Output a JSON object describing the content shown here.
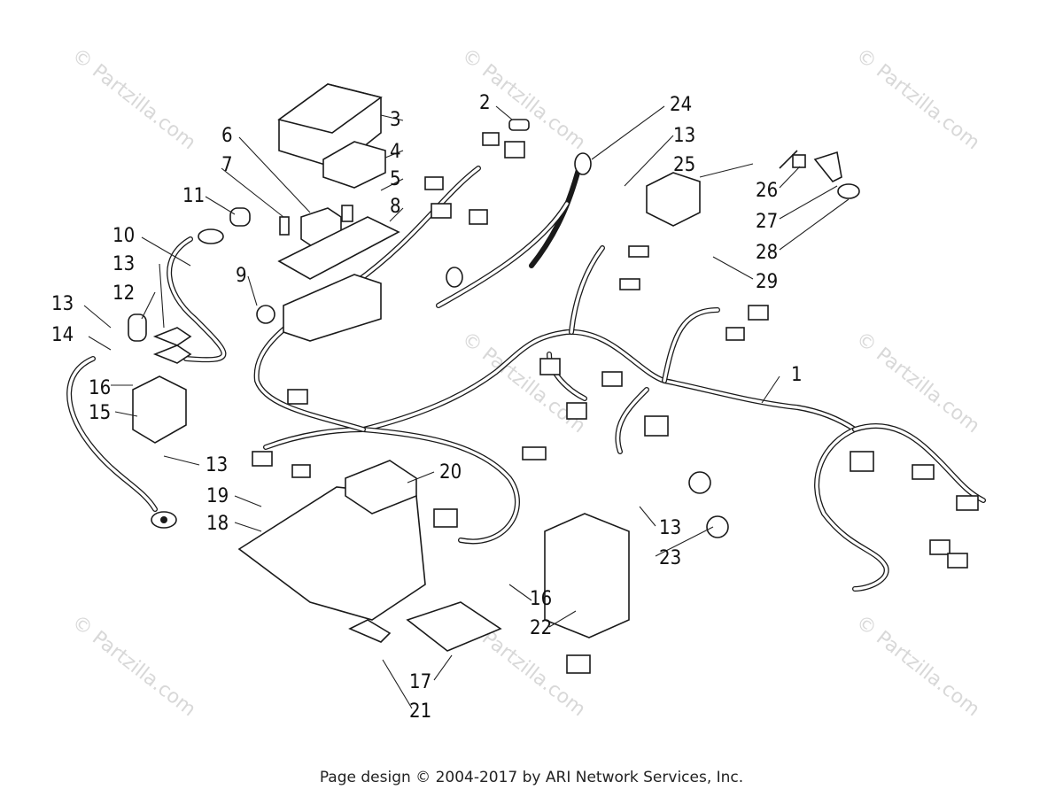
{
  "footer": "Page design © 2004-2017 by ARI Network Services, Inc.",
  "watermark": "© Partzilla.com",
  "watermark_color": "#d8d8d8",
  "callouts": [
    "1",
    "2",
    "3",
    "4",
    "5",
    "6",
    "7",
    "8",
    "9",
    "10",
    "11",
    "12",
    "13",
    "14",
    "15",
    "16",
    "17",
    "18",
    "19",
    "20",
    "21",
    "22",
    "23",
    "24",
    "25",
    "26",
    "27",
    "28",
    "29"
  ]
}
